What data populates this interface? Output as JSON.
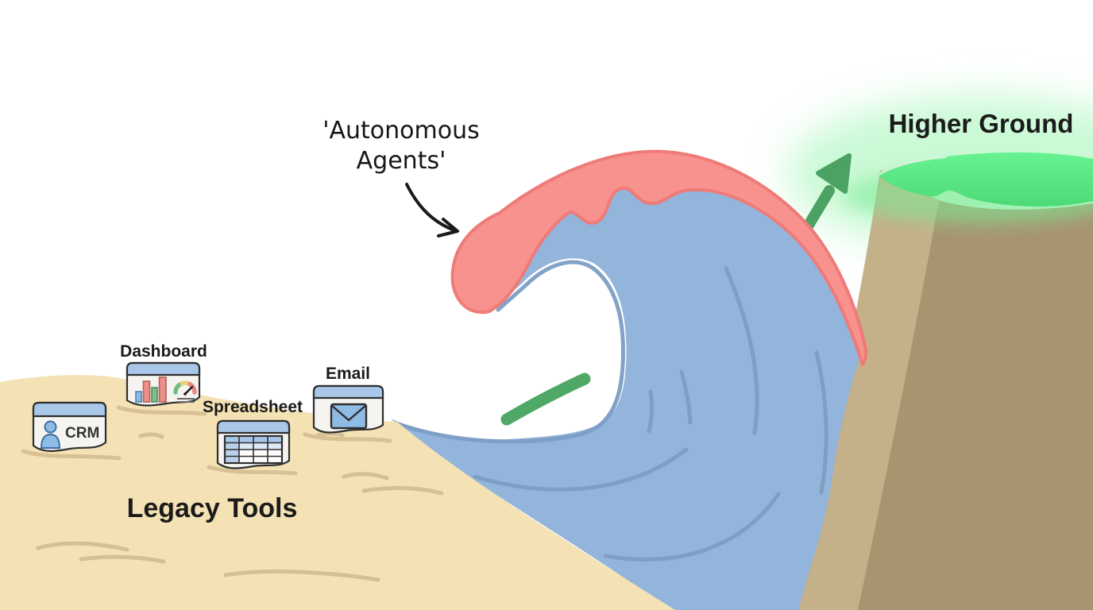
{
  "beach": {
    "label": "Legacy Tools",
    "tools": [
      {
        "id": "crm",
        "label": "CRM",
        "icon": "person-icon"
      },
      {
        "id": "dashboard",
        "label": "Dashboard",
        "icon": "bar-chart-gauge-icon"
      },
      {
        "id": "spreadsheet",
        "label": "Spreadsheet",
        "icon": "table-grid-icon"
      },
      {
        "id": "email",
        "label": "Email",
        "icon": "envelope-icon"
      }
    ]
  },
  "wave": {
    "annotation_line1": "'Autonomous",
    "annotation_line2": "Agents'"
  },
  "cliff": {
    "label": "Higher Ground"
  },
  "colors": {
    "background": "#FFFFFF",
    "sand": "#F4E2B5",
    "sand_line": "#D5BF95",
    "wave_blue": "#93B4DB",
    "wave_streak": "#7C9DC5",
    "crest_pink": "#F8928F",
    "crest_edge": "#EE7B78",
    "cliff_light": "#C4B089",
    "cliff_dark": "#A8946F",
    "summit_green": "#5BEE86",
    "glow_green": "#9FF5B4",
    "arrow_green": "#4BA263",
    "card_header_blue": "#A9C7E8",
    "card_body": "#F5F4F1",
    "outline_ink": "#2F2F2F",
    "icon_blue": "#8FBCE5",
    "bar_red": "#E9918A",
    "bar_green": "#7CC08B",
    "gauge_yellow": "#E8D275",
    "text_ink": "#1B1B1B"
  }
}
